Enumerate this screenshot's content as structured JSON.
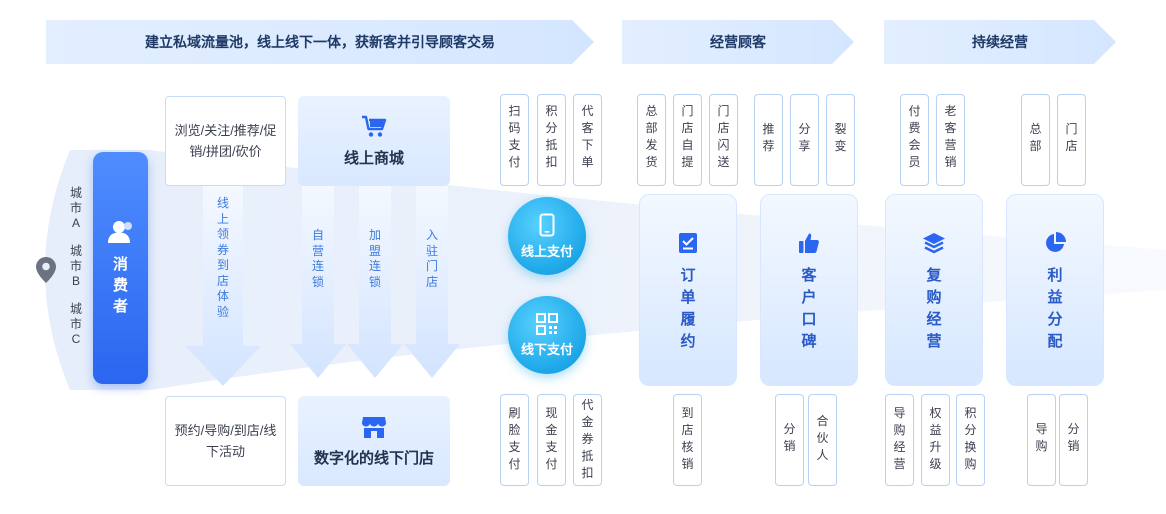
{
  "banners": {
    "b1": "建立私域流量池，线上线下一体，获新客并引导顾客交易",
    "b2": "经营顾客",
    "b3": "持续经营"
  },
  "consumer": {
    "label": "消费者",
    "cities": [
      "城市A",
      "城市B",
      "城市C"
    ]
  },
  "left": {
    "top_box": "浏览/关注/推荐/促销/拼团/砍价",
    "online_mall": "线上商城",
    "bottom_box": "预约/导购/到店/线下活动",
    "offline_store": "数字化的线下门店",
    "arrows": [
      "线上领券 到店体验",
      "自营连锁",
      "加盟连锁",
      "入驻门店"
    ]
  },
  "payment": {
    "top_methods": [
      "扫码支付",
      "积分抵扣",
      "代客下单"
    ],
    "online_pay": "线上支付",
    "offline_pay": "线下支付",
    "bottom_methods": [
      "刷脸支付",
      "现金支付",
      "代金券抵扣"
    ]
  },
  "operate": {
    "order_top": [
      "总部发货",
      "门店自提",
      "门店闪送"
    ],
    "order_card": "订单履约",
    "order_bottom": [
      "到店核销"
    ],
    "reputation_top": [
      "推荐",
      "分享",
      "裂变"
    ],
    "reputation_card": "客户口碑",
    "reputation_bottom": [
      "分销",
      "合伙人"
    ],
    "repurchase_top": [
      "付费会员",
      "老客营销"
    ],
    "repurchase_card": "复购经营",
    "repurchase_bottom": [
      "导购经营",
      "权益升级",
      "积分换购"
    ],
    "profit_top": [
      "总部",
      "门店"
    ],
    "profit_card": "利益分配",
    "profit_bottom": [
      "导购",
      "分销"
    ]
  },
  "colors": {
    "primary_blue": "#2a66ef",
    "circle_cyan": "#1da7e8",
    "banner_bg": "#d4e6ff",
    "card_text": "#2a5ac8"
  },
  "icons": [
    "location-pin-icon",
    "user-icon",
    "cart-icon",
    "store-icon",
    "phone-icon",
    "qrcode-icon",
    "checklist-icon",
    "thumbs-up-icon",
    "layers-icon",
    "pie-chart-icon"
  ]
}
